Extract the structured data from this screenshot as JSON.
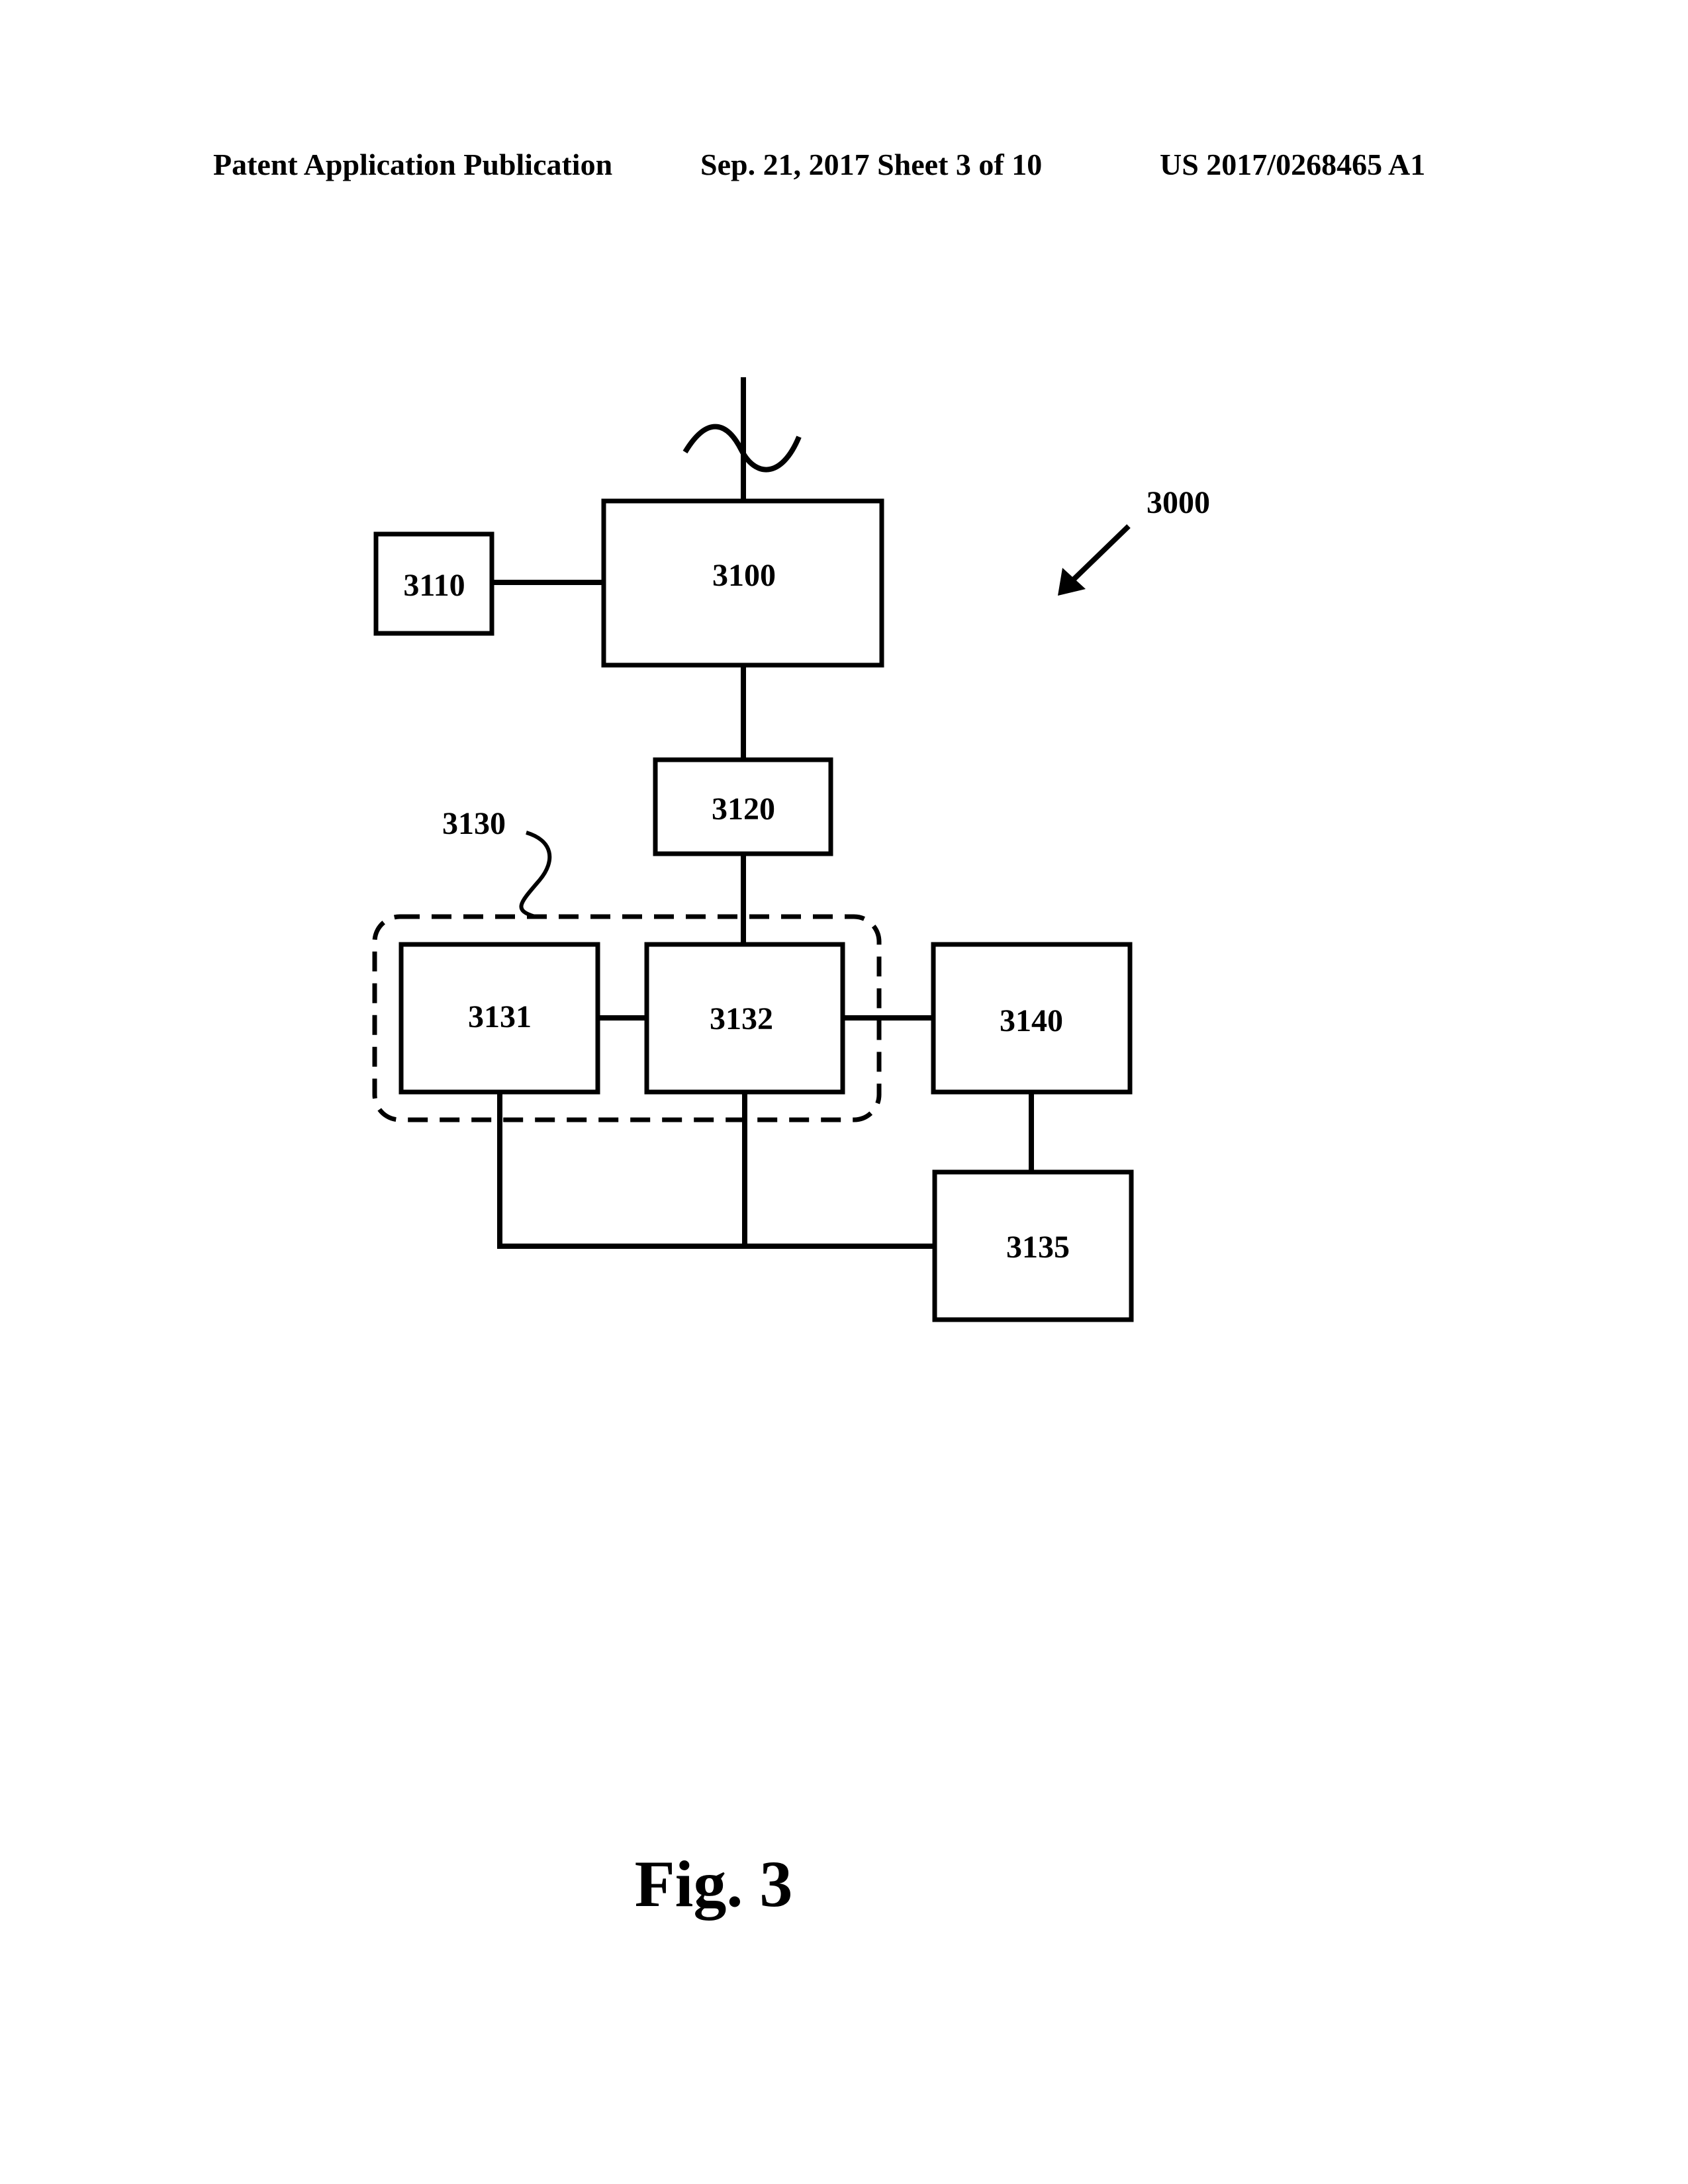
{
  "header": {
    "left": "Patent Application Publication",
    "middle": "Sep. 21, 2017   Sheet 3 of 10",
    "right": "US 2017/0268465 A1"
  },
  "diagram": {
    "system_ref": "3000",
    "group_ref": "3130",
    "blocks": {
      "b3100": "3100",
      "b3110": "3110",
      "b3120": "3120",
      "b3131": "3131",
      "b3132": "3132",
      "b3140": "3140",
      "b3135": "3135"
    }
  },
  "figure_label": "Fig. 3"
}
